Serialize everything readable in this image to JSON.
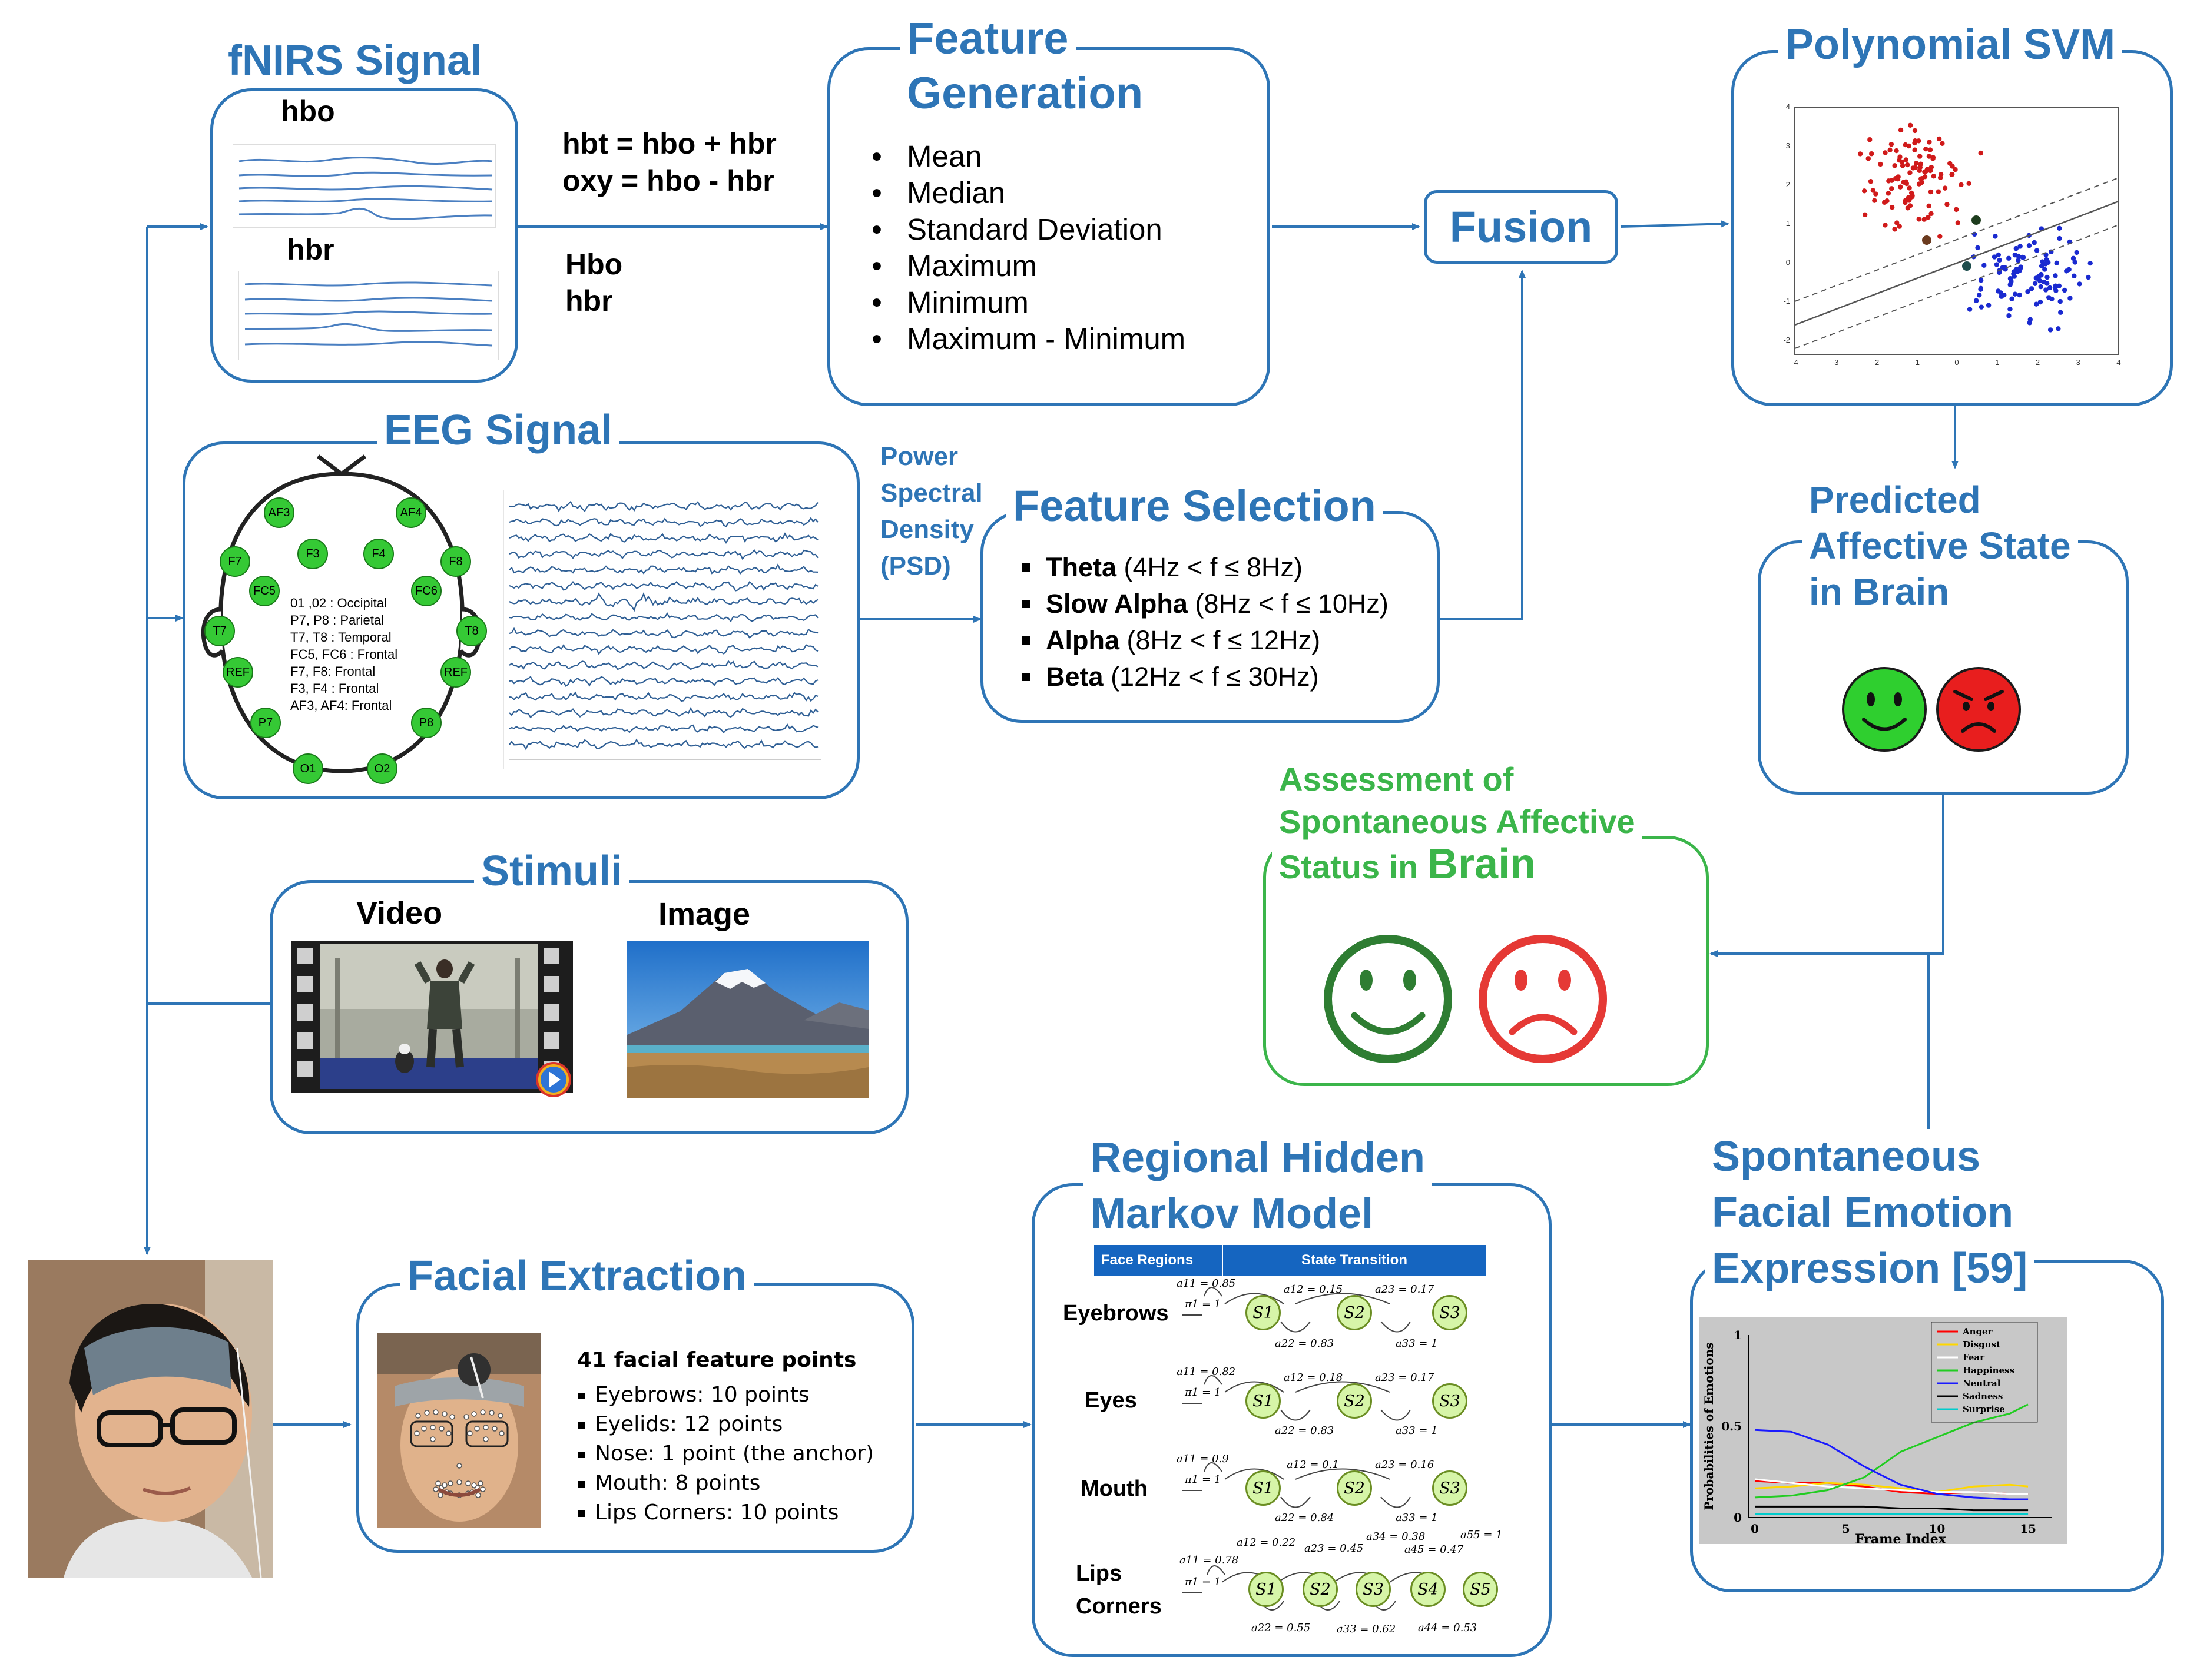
{
  "fnirs": {
    "title": "fNIRS Signal",
    "hbo_label": "hbo",
    "hbr_label": "hbr",
    "formula_1": "hbt = hbo + hbr",
    "formula_2": "oxy = hbo - hbr",
    "out_1": "Hbo",
    "out_2": "hbr"
  },
  "feature_generation": {
    "title_1": "Feature",
    "title_2": "Generation",
    "items": [
      "Mean",
      "Median",
      "Standard Deviation",
      "Maximum",
      "Minimum",
      "Maximum - Minimum"
    ]
  },
  "fusion": {
    "label": "Fusion"
  },
  "svm": {
    "title": "Polynomial SVM",
    "x_ticks": [
      "-4",
      "-3",
      "-2",
      "-1",
      "0",
      "1",
      "2",
      "3",
      "4"
    ],
    "y_ticks": [
      "4",
      "3",
      "2",
      "1",
      "0",
      "-1",
      "-2"
    ]
  },
  "eeg": {
    "title": "EEG Signal",
    "channels": [
      "AF3",
      "AF4",
      "F7",
      "F3",
      "F4",
      "F8",
      "FC5",
      "FC6",
      "T7",
      "T8",
      "REF",
      "REF",
      "P7",
      "P8",
      "O1",
      "O2"
    ],
    "legend": [
      "01 ,02 : Occipital",
      "P7, P8 : Parietal",
      "T7, T8 : Temporal",
      "FC5, FC6 : Frontal",
      "F7, F8: Frontal",
      "F3, F4 : Frontal",
      "AF3, AF4:  Frontal"
    ]
  },
  "psd": {
    "line_1": "Power",
    "line_2": "Spectral",
    "line_3": "Density",
    "line_4": "(PSD)"
  },
  "feature_selection": {
    "title": "Feature Selection",
    "items": [
      {
        "name": "Theta",
        "range": "(4Hz < f ≤ 8Hz)"
      },
      {
        "name": "Slow Alpha",
        "range": "(8Hz < f ≤ 10Hz)"
      },
      {
        "name": "Alpha",
        "range": "(8Hz < f ≤ 12Hz)"
      },
      {
        "name": "Beta",
        "range": "(12Hz < f ≤ 30Hz)"
      }
    ]
  },
  "predicted": {
    "line_1": "Predicted",
    "line_2": "Affective State",
    "line_3": "in Brain"
  },
  "assessment": {
    "line_1": "Assessment of",
    "line_2": "Spontaneous Affective",
    "line_3": "Status in ",
    "line_3_big": "Brain"
  },
  "stimuli": {
    "title": "Stimuli",
    "video_label": "Video",
    "image_label": "Image"
  },
  "facial_extraction": {
    "title": "Facial Extraction",
    "heading": "41 facial feature points",
    "items": [
      "Eyebrows: 10 points",
      "Eyelids: 12 points",
      "Nose: 1 point (the anchor)",
      "Mouth: 8 points",
      "Lips Corners: 10 points"
    ]
  },
  "rhmm": {
    "title_1": "Regional Hidden",
    "title_2": "Markov Model",
    "header_1": "Face Regions",
    "header_2": "State Transition",
    "rows": [
      {
        "region": "Eyebrows",
        "a11": "a11 = 0.85",
        "pi": "π1 = 1",
        "top1": "a12 = 0.15",
        "top2": "a23 = 0.17",
        "bot1": "a22 = 0.83",
        "bot2": "a33 = 1",
        "states": [
          "S1",
          "S2",
          "S3"
        ]
      },
      {
        "region": "Eyes",
        "a11": "a11 = 0.82",
        "pi": "π1 = 1",
        "top1": "a12 = 0.18",
        "top2": "a23 = 0.17",
        "bot1": "a22 = 0.83",
        "bot2": "a33 = 1",
        "states": [
          "S1",
          "S2",
          "S3"
        ]
      },
      {
        "region": "Mouth",
        "a11": "a11 = 0.9",
        "pi": "π1 = 1",
        "top1": "a12 = 0.1",
        "top2": "a23 = 0.16",
        "bot1": "a22 = 0.84",
        "bot2": "a33 = 1",
        "states": [
          "S1",
          "S2",
          "S3"
        ]
      }
    ],
    "lips": {
      "region_1": "Lips",
      "region_2": "Corners",
      "a11": "a11 = 0.78",
      "pi": "π1 = 1",
      "top": [
        "a12 = 0.22",
        "a23 = 0.45",
        "a34 = 0.38",
        "a45 = 0.47",
        "a55 = 1"
      ],
      "bot": [
        "a22 = 0.55",
        "a33 = 0.62",
        "a44 = 0.53"
      ],
      "states": [
        "S1",
        "S2",
        "S3",
        "S4",
        "S5"
      ]
    }
  },
  "spontaneous": {
    "title_1": "Spontaneous",
    "title_2": "Facial Emotion",
    "title_3": "Expression [59]"
  },
  "chart_data": {
    "type": "line",
    "xlabel": "Frame Index",
    "ylabel": "Probabilities of Emotions",
    "x_ticks": [
      "0",
      "5",
      "10",
      "15"
    ],
    "y_ticks": [
      "1",
      "0.5",
      "0"
    ],
    "xlim": [
      0,
      16
    ],
    "ylim": [
      0,
      1
    ],
    "x": [
      0,
      2,
      4,
      6,
      8,
      10,
      12,
      14,
      15
    ],
    "series": [
      {
        "name": "Anger",
        "color": "#ff0000",
        "values": [
          0.2,
          0.19,
          0.19,
          0.17,
          0.14,
          0.13,
          0.14,
          0.13,
          0.13
        ]
      },
      {
        "name": "Disgust",
        "color": "#ffd700",
        "values": [
          0.16,
          0.17,
          0.19,
          0.18,
          0.16,
          0.14,
          0.17,
          0.18,
          0.17
        ]
      },
      {
        "name": "Fear",
        "color": "#ffffff",
        "values": [
          0.21,
          0.19,
          0.17,
          0.16,
          0.15,
          0.14,
          0.14,
          0.13,
          0.13
        ]
      },
      {
        "name": "Happiness",
        "color": "#22cc22",
        "values": [
          0.11,
          0.12,
          0.15,
          0.22,
          0.36,
          0.44,
          0.52,
          0.57,
          0.62
        ]
      },
      {
        "name": "Neutral",
        "color": "#1a1aff",
        "values": [
          0.48,
          0.47,
          0.4,
          0.28,
          0.18,
          0.13,
          0.11,
          0.1,
          0.1
        ]
      },
      {
        "name": "Sadness",
        "color": "#000000",
        "values": [
          0.06,
          0.06,
          0.06,
          0.06,
          0.05,
          0.05,
          0.04,
          0.04,
          0.04
        ]
      },
      {
        "name": "Surprise",
        "color": "#00cccc",
        "values": [
          0.02,
          0.02,
          0.02,
          0.02,
          0.02,
          0.02,
          0.02,
          0.02,
          0.02
        ]
      }
    ]
  }
}
